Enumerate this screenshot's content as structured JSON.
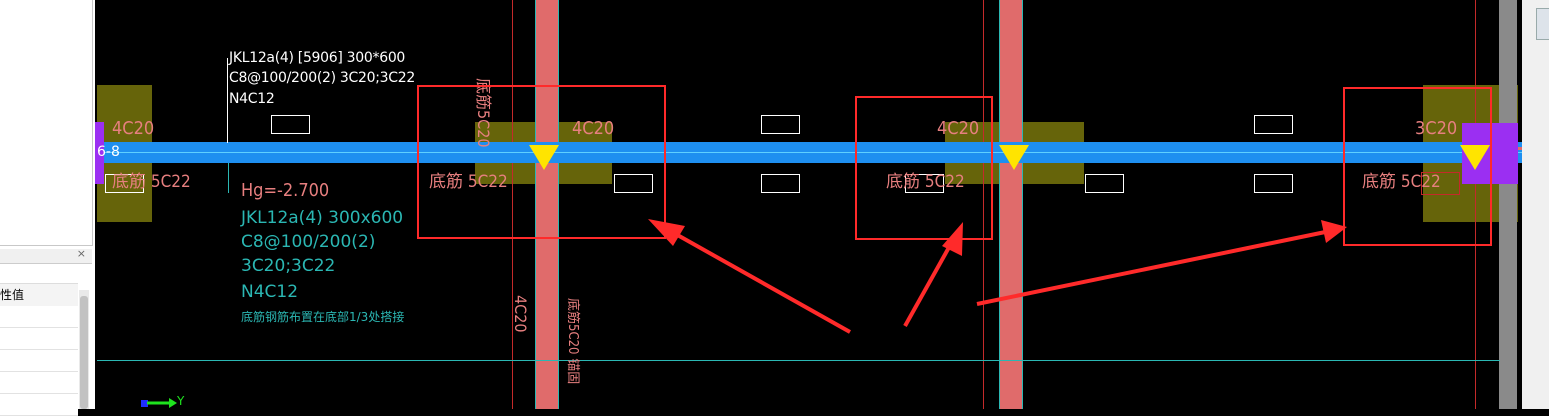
{
  "left_panel": {
    "close_glyph": "×",
    "column_header": "性值"
  },
  "canvas": {
    "beam_label": {
      "line1": "JKL12a(4) [5906] 300*600",
      "line2": "C8@100/200(2) 3C20;3C22",
      "line3": "N4C12"
    },
    "segment_id": "6-8",
    "top_rebar": [
      "4C20",
      "4C20",
      "4C20",
      "3C20"
    ],
    "bottom_rebar": [
      "底筋 5C22",
      "底筋 5C22",
      "底筋 5C22",
      "底筋 5C22"
    ],
    "column_left_top": "底筋5C20",
    "column_left_bottom": "4C20",
    "column_left_note": "底筋5C20 锚固",
    "span_info": {
      "elevation": "Hg=-2.700",
      "name": "JKL12a(4) 300x600",
      "stirrup": "C8@100/200(2)",
      "main": "3C20;3C22",
      "side": "N4C12",
      "note": "底筋钢筋布置在底部1/3处搭接"
    },
    "axis_label": "Y",
    "colors": {
      "background": "#000000",
      "beam": "#1e8ff0",
      "column": "#e06b6b",
      "support": "#66640a",
      "highlight_box": "#ff2a2a",
      "marker": "#ffe400",
      "end_block": "#9b2ff2",
      "grid_line": "#2bb7b3"
    }
  }
}
